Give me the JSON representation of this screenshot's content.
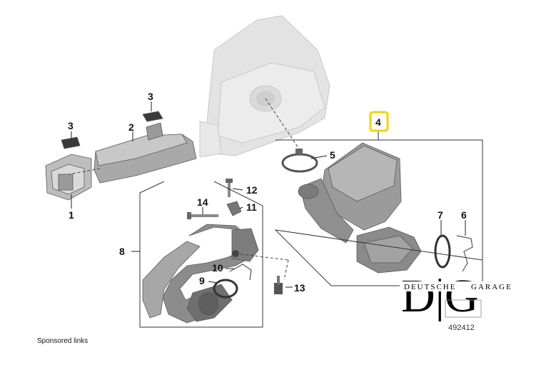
{
  "labels": {
    "n1": "1",
    "n2": "2",
    "n3a": "3",
    "n3b": "3",
    "n4": "4",
    "n5": "5",
    "n6": "6",
    "n7": "7",
    "n8": "8",
    "n9": "9",
    "n10": "10",
    "n11": "11",
    "n12": "12",
    "n13": "13",
    "n14": "14"
  },
  "highlight_color": "#f2d400",
  "diagram_ref": "492412",
  "watermark": {
    "letters": "D|G",
    "left_word": "DEUTSCHE",
    "right_word": "GARAGE"
  },
  "footer": {
    "sponsored": "Sponsored links"
  }
}
